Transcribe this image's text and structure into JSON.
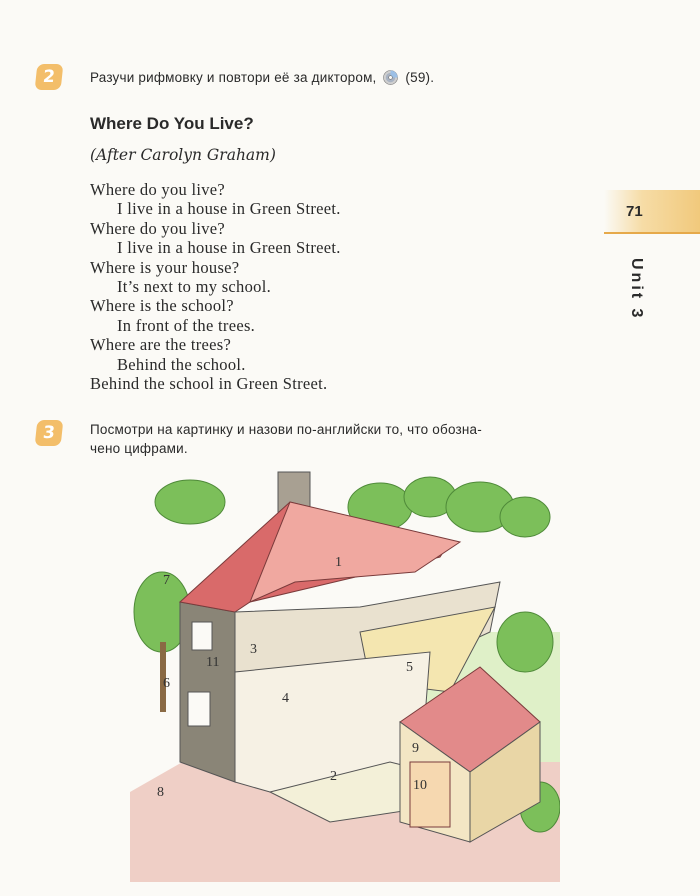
{
  "exercise2": {
    "number": "2",
    "instruction": "Разучи рифмовку и повтори её за диктором,",
    "audio_icon": "cd-icon",
    "track": "(59)."
  },
  "poem": {
    "title": "Where Do You Live?",
    "subtitle": "(After Carolyn Graham)",
    "lines": [
      "Where do you live?",
      "I live in a house in Green Street.",
      "Where do you live?",
      "I live in a house in Green Street.",
      "Where is your house?",
      "It’s next to my school.",
      "Where is the school?",
      "In front of the trees.",
      "Where are the trees?",
      "Behind the school.",
      "Behind the school in Green Street."
    ]
  },
  "side_tab": {
    "page_number": "71",
    "unit_label": "Unit 3"
  },
  "exercise3": {
    "number": "3",
    "instruction_line1": "Посмотри на картинку и назови по-английски то, что обозна-",
    "instruction_line2": "чено цифрами."
  },
  "illustration": {
    "callouts": [
      "1",
      "2",
      "3",
      "4",
      "5",
      "6",
      "7",
      "8",
      "9",
      "10",
      "11"
    ],
    "colors": {
      "roof": "#d96a6a",
      "roof_light": "#f0a8a0",
      "stone": "#8a8577",
      "tree": "#7cbf5a",
      "floor": "#e9e1cf",
      "ground": "#efcfc6"
    }
  }
}
